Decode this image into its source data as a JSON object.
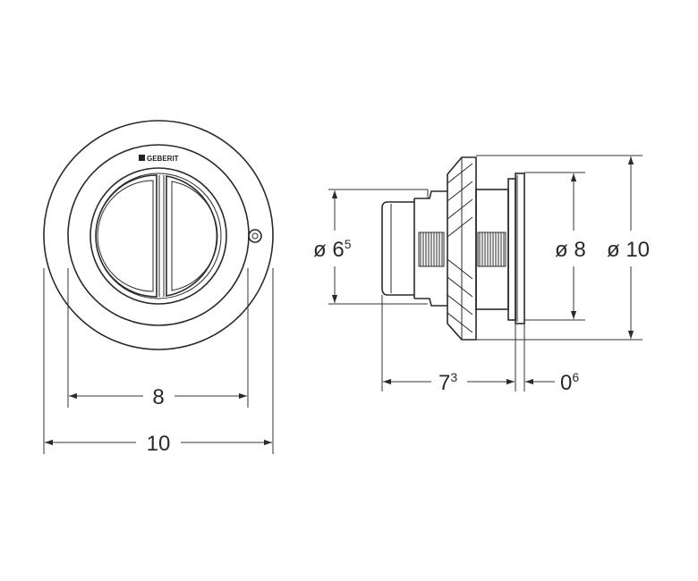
{
  "brand": "GEBERIT",
  "front_view": {
    "dim_inner": "8",
    "dim_outer": "10"
  },
  "side_view": {
    "dim_left_dia_main": "ø 6",
    "dim_left_dia_sup": "5",
    "dim_mid_dia": "ø 8",
    "dim_outer_dia": "ø 10",
    "dim_depth_main": "7",
    "dim_depth_sup": "3",
    "dim_plate_main": "0",
    "dim_plate_sup": "6"
  }
}
